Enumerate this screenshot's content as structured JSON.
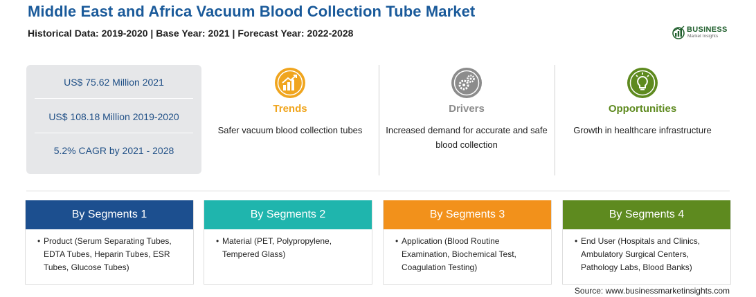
{
  "header": {
    "title": "Middle East and Africa Vacuum Blood Collection Tube Market",
    "subtitle": "Historical Data: 2019-2020 | Base Year: 2021 | Forecast Year: 2022-2028"
  },
  "logo": {
    "word": "BUSINESS",
    "sub": "Market Insights"
  },
  "stats": [
    "US$ 75.62 Million 2021",
    "US$ 108.18 Million 2019-2020",
    "5.2% CAGR by 2021 - 2028"
  ],
  "factors": [
    {
      "name": "Trends",
      "desc": "Safer vacuum blood collection tubes",
      "color": "#f0a51e",
      "icon": "chart-growth-icon"
    },
    {
      "name": "Drivers",
      "desc": "Increased demand for accurate and safe blood collection",
      "color": "#8c8c8c",
      "icon": "gears-icon"
    },
    {
      "name": "Opportunities",
      "desc": "Growth in healthcare infrastructure",
      "color": "#5e8a1f",
      "icon": "lightbulb-icon"
    }
  ],
  "segments": [
    {
      "title": "By Segments 1",
      "color": "#1c4f8f",
      "text": "Product (Serum Separating Tubes, EDTA Tubes, Heparin Tubes, ESR Tubes, Glucose Tubes)"
    },
    {
      "title": "By Segments 2",
      "color": "#1fb5ad",
      "text": "Material (PET, Polypropylene, Tempered Glass)"
    },
    {
      "title": "By Segments 3",
      "color": "#f2911b",
      "text": "Application (Blood Routine Examination, Biochemical Test, Coagulation Testing)"
    },
    {
      "title": "By Segments 4",
      "color": "#5e8a1f",
      "text": "End User (Hospitals and Clinics, Ambulatory Surgical Centers, Pathology Labs, Blood Banks)"
    }
  ],
  "source": "Source: www.businessmarketinsights.com"
}
